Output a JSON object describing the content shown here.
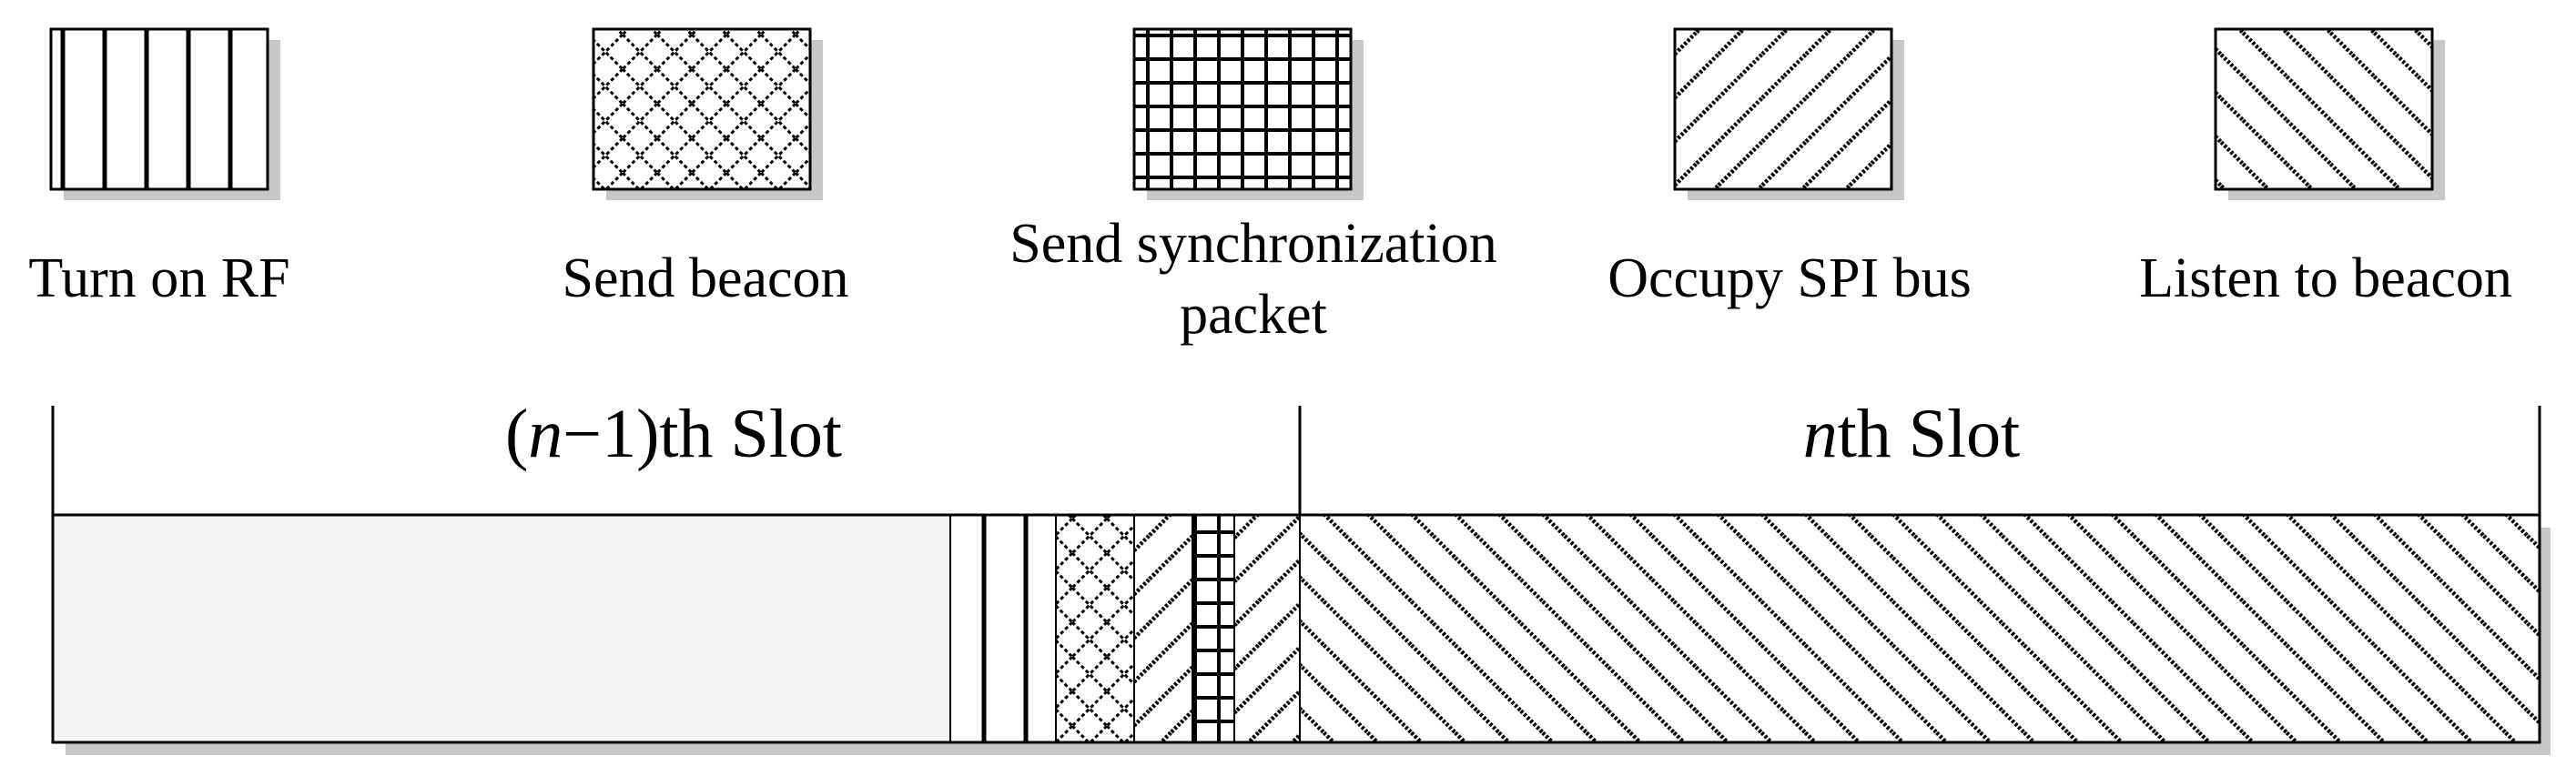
{
  "legend": [
    {
      "id": "turn-on-rf",
      "pattern": "vertical-lines",
      "lines": [
        "Turn on RF"
      ]
    },
    {
      "id": "send-beacon",
      "pattern": "diamond-crosshatch",
      "lines": [
        "Send beacon"
      ]
    },
    {
      "id": "send-sync-packet",
      "pattern": "grid",
      "lines": [
        "Send synchronization",
        "packet"
      ]
    },
    {
      "id": "occupy-spi-bus",
      "pattern": "backward-diagonal",
      "lines": [
        "Occupy SPI bus"
      ]
    },
    {
      "id": "listen-to-beacon",
      "pattern": "forward-diagonal",
      "lines": [
        "Listen to beacon"
      ]
    }
  ],
  "slots": {
    "previous": {
      "var": "n",
      "rest": "−1)th Slot",
      "open": "("
    },
    "current": {
      "var": "n",
      "rest": "th Slot"
    }
  },
  "colors": {
    "stroke": "#000000",
    "shadow": "#c8c8c8",
    "idle_fill": "#f4f4f4"
  }
}
